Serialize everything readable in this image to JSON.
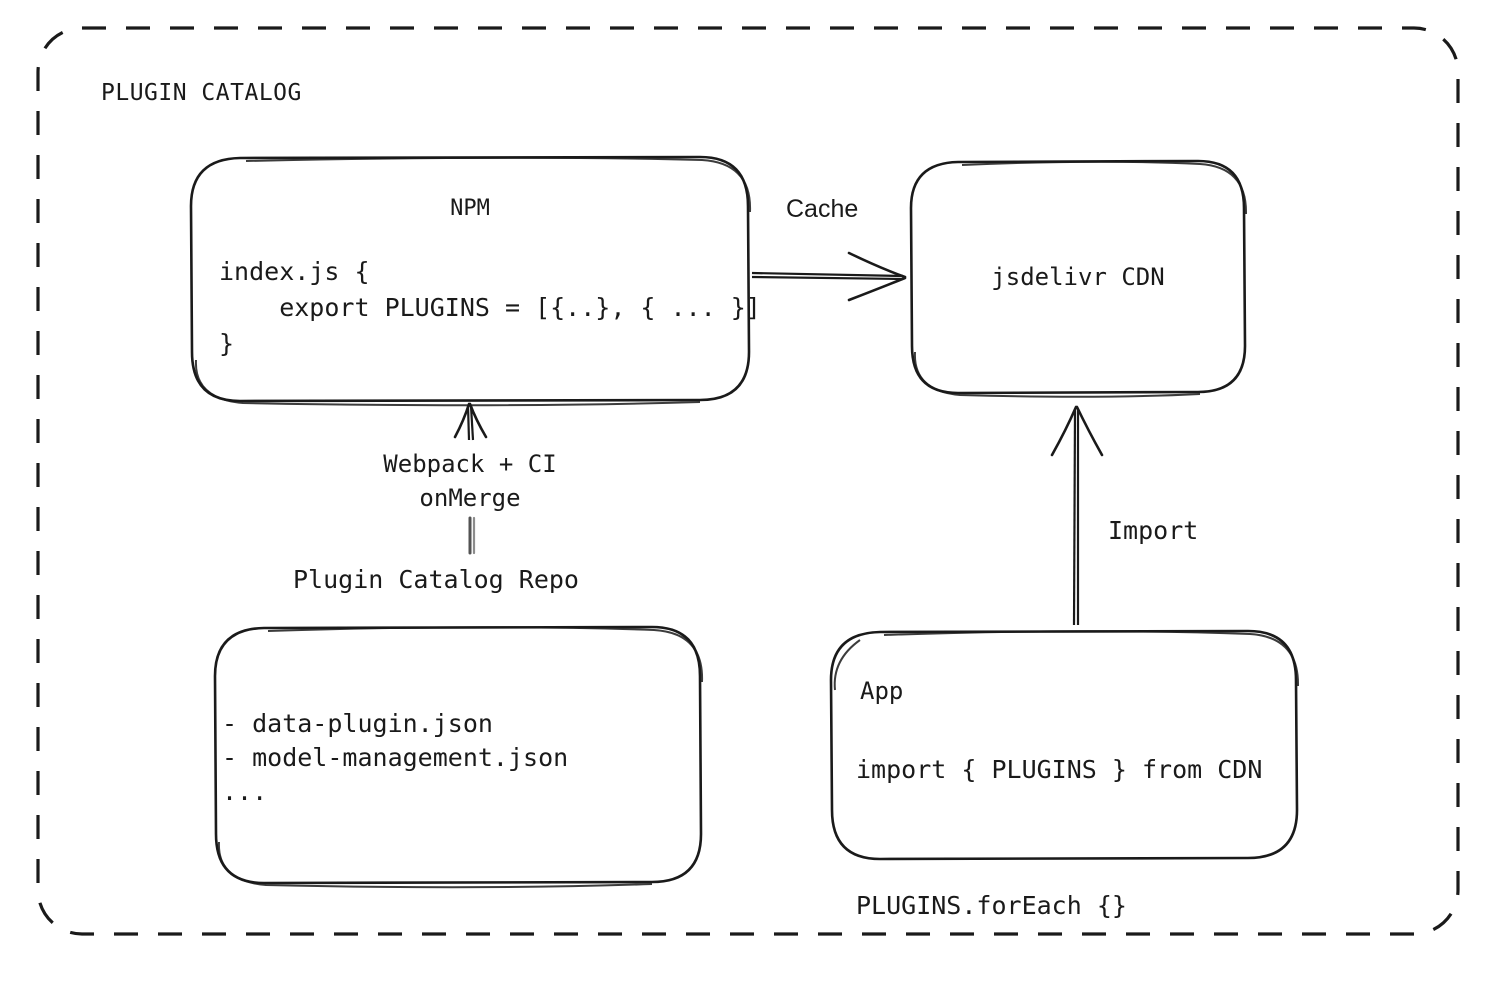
{
  "diagram": {
    "title": "PLUGIN CATALOG",
    "container_style": "dashed-rounded-border",
    "accent_color": "#1a1a1a",
    "background_color": "#ffffff"
  },
  "nodes": {
    "npm": {
      "title": "NPM",
      "code": "index.js {\n    export PLUGINS = [{..}, { ... }]\n}"
    },
    "cdn": {
      "title": "jsdelivr CDN"
    },
    "repo": {
      "caption": "Plugin Catalog Repo",
      "files": "- data-plugin.json\n- model-management.json\n..."
    },
    "app": {
      "title": "App",
      "code": "import { PLUGINS } from CDN\n\nPLUGINS.forEach {}"
    }
  },
  "edges": {
    "cache": {
      "label": "Cache",
      "from": "npm",
      "to": "cdn",
      "direction": "right"
    },
    "build": {
      "label": "Webpack + CI\nonMerge",
      "from": "repo",
      "to": "npm",
      "direction": "up"
    },
    "import": {
      "label": "Import",
      "from": "app",
      "to": "cdn",
      "direction": "up"
    }
  }
}
